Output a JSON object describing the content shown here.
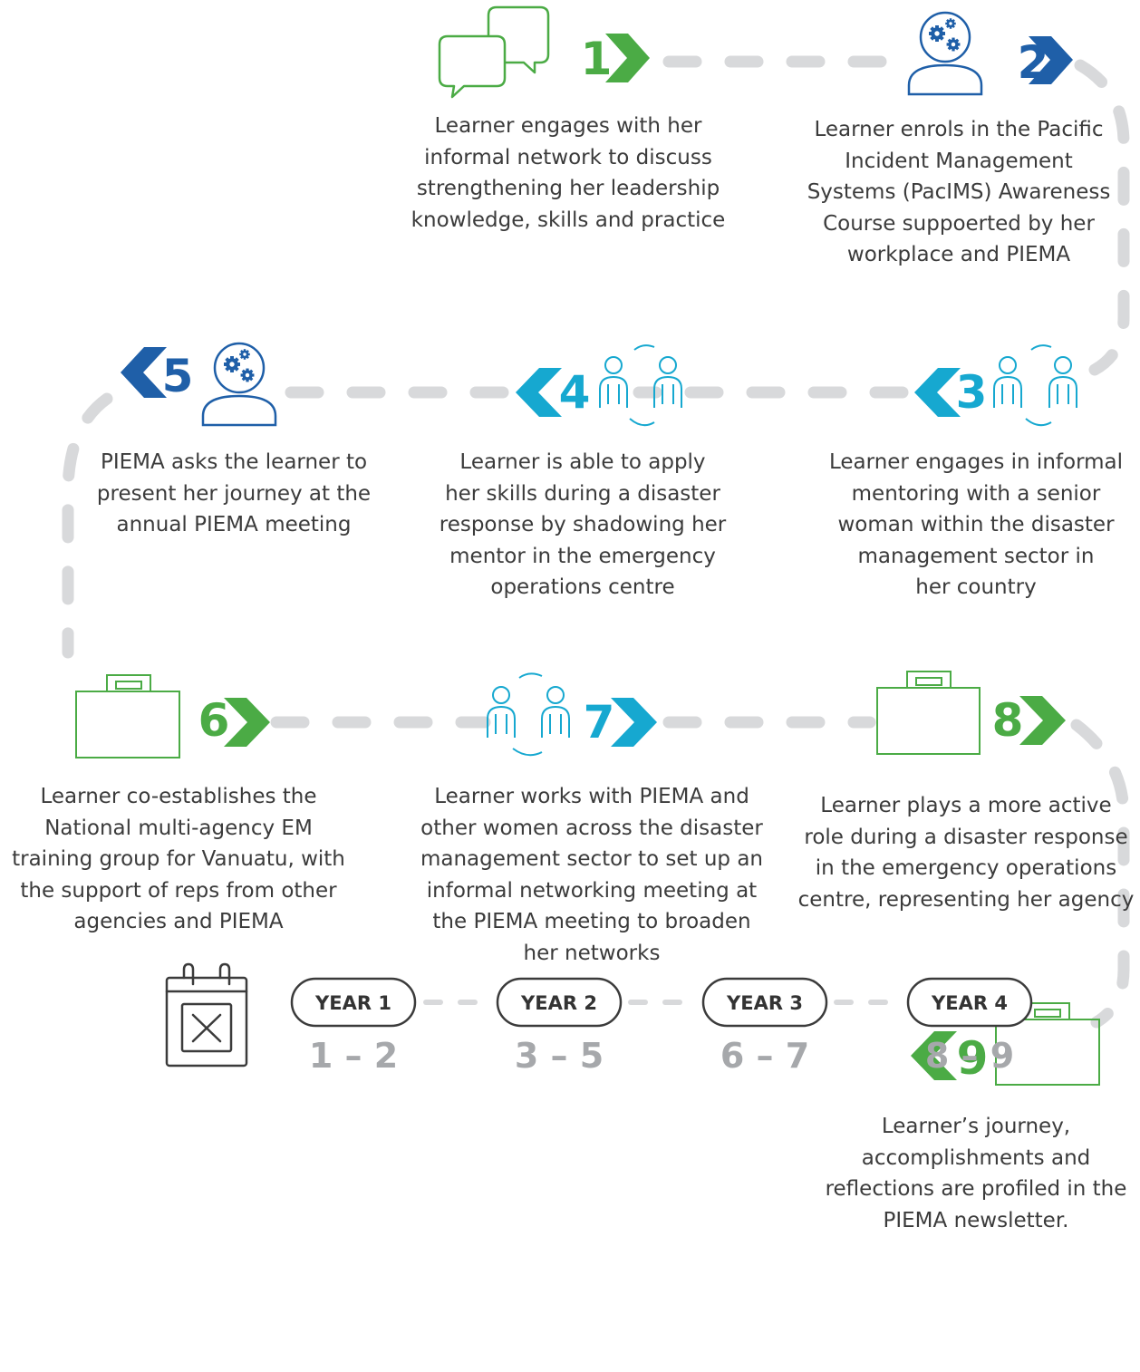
{
  "colors": {
    "green": "#4bab45",
    "dark_blue": "#1f5fa8",
    "cyan": "#16a8d0",
    "path_grey": "#d8d9db",
    "text": "#3b3b3b",
    "timeline_text": "#a6a8ab"
  },
  "steps": [
    {
      "number": "1",
      "icon": "speech-bubbles-icon",
      "text": "Learner engages with her\ninformal network to discuss\nstrengthening her leadership\nknowledge, skills and practice"
    },
    {
      "number": "2",
      "icon": "person-gears-icon",
      "text": "Learner enrols in the Pacific\nIncident Management\nSystems (PacIMS) Awareness\nCourse  suppoerted by her\nworkplace and PIEMA"
    },
    {
      "number": "3",
      "icon": "mentoring-people-icon",
      "text": "Learner engages in informal\nmentoring with a senior\nwoman within the disaster\nmanagement sector in\nher country"
    },
    {
      "number": "4",
      "icon": "mentoring-people-icon",
      "text": "Learner is able to apply\nher skills during a disaster\nresponse by shadowing her\nmentor in the emergency\noperations centre"
    },
    {
      "number": "5",
      "icon": "person-gears-icon",
      "text": "PIEMA asks the learner to\npresent her journey at the\nannual PIEMA meeting"
    },
    {
      "number": "6",
      "icon": "briefcase-icon",
      "text": "Learner co-establishes the\nNational multi-agency EM\ntraining group for Vanuatu, with\nthe support of reps from other\nagencies and PIEMA"
    },
    {
      "number": "7",
      "icon": "mentoring-people-icon",
      "text": "Learner works with PIEMA and\nother women across the disaster\nmanagement sector to set up an\ninformal networking meeting at\nthe PIEMA meeting to broaden\nher networks"
    },
    {
      "number": "8",
      "icon": "briefcase-icon",
      "text": "Learner plays a more active\nrole during a disaster response\nin the emergency operations\ncentre, representing her agency"
    },
    {
      "number": "9",
      "icon": "briefcase-icon",
      "text": "Learner’s journey,\naccomplishments and\nreflections are profiled in the\nPIEMA newsletter."
    }
  ],
  "timeline": {
    "icon": "calendar-icon",
    "years": [
      {
        "label": "YEAR 1",
        "range": "1 – 2"
      },
      {
        "label": "YEAR 2",
        "range": "3 – 5"
      },
      {
        "label": "YEAR 3",
        "range": "6 – 7"
      },
      {
        "label": "YEAR 4",
        "range": "8 – 9"
      }
    ]
  }
}
